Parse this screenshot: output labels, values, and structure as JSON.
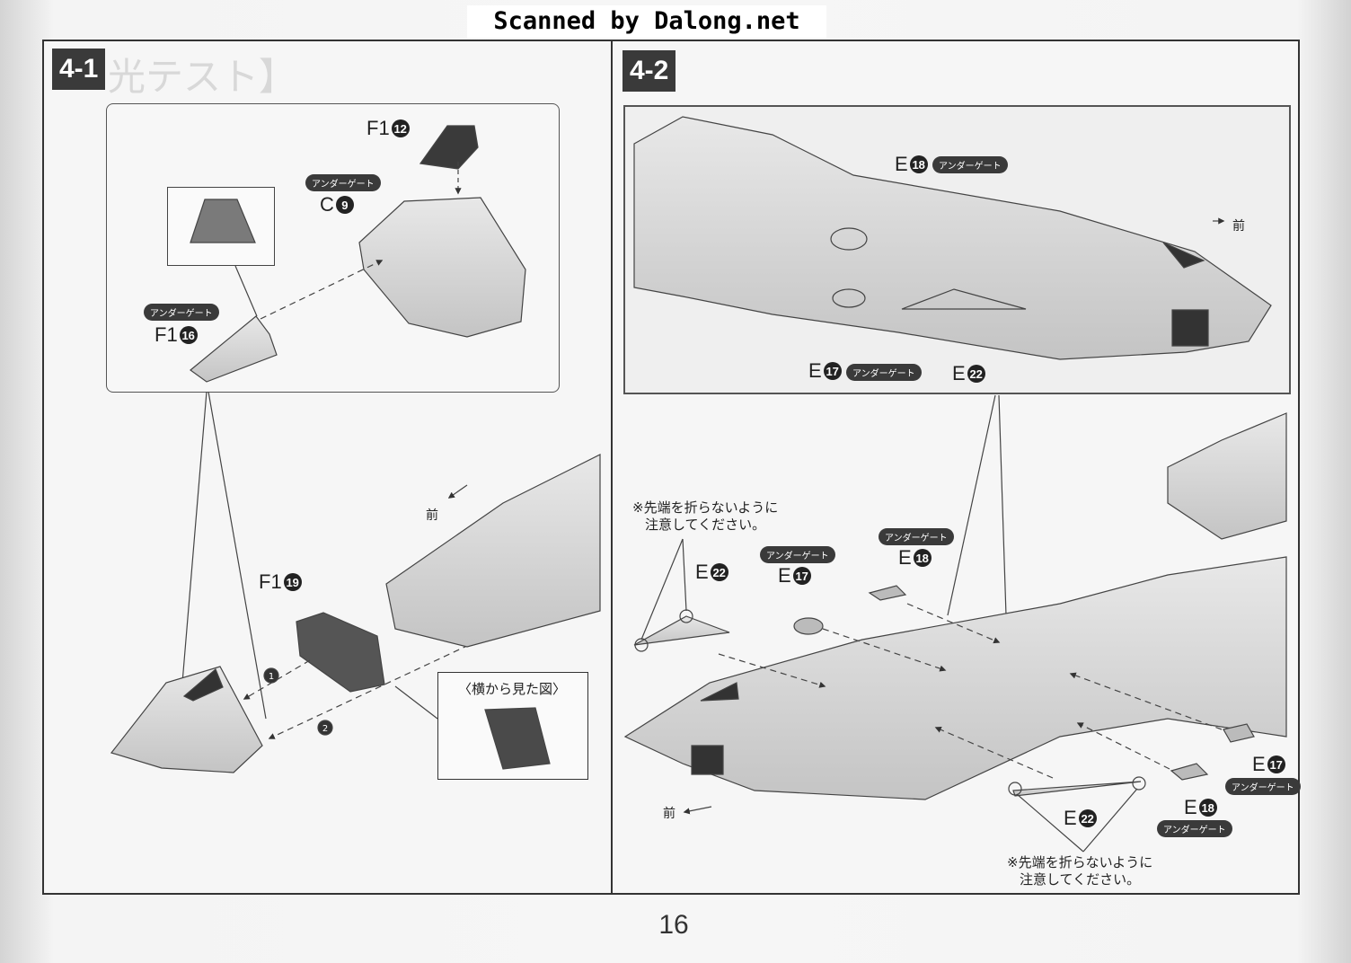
{
  "header": {
    "scan_credit": "Scanned by Dalong.net"
  },
  "page_number": "16",
  "step_4_1": {
    "badge": "4-1",
    "ghost_heading": "光テスト】",
    "parts": {
      "f1_12": {
        "letter": "F1",
        "num": "12"
      },
      "c_9": {
        "letter": "C",
        "num": "9",
        "gate": "アンダーゲート"
      },
      "f1_16": {
        "letter": "F1",
        "num": "16",
        "gate": "アンダーゲート"
      },
      "f1_19": {
        "letter": "F1",
        "num": "19"
      }
    },
    "front_label": "前",
    "order_markers": [
      "1",
      "2"
    ],
    "side_view_title": "〈横から見た図〉"
  },
  "step_4_2": {
    "badge": "4-2",
    "inset_parts": {
      "e_18": {
        "letter": "E",
        "num": "18",
        "gate": "アンダーゲート"
      },
      "e_17": {
        "letter": "E",
        "num": "17",
        "gate": "アンダーゲート"
      },
      "e_22": {
        "letter": "E",
        "num": "22"
      }
    },
    "inset_front_label": "前",
    "note_left": {
      "line1": "※先端を折らないように",
      "line2": "注意してください。"
    },
    "note_right": {
      "line1": "※先端を折らないように",
      "line2": "注意してください。"
    },
    "parts_upper": {
      "e_22": {
        "letter": "E",
        "num": "22"
      },
      "e_17": {
        "letter": "E",
        "num": "17",
        "gate": "アンダーゲート"
      },
      "e_18": {
        "letter": "E",
        "num": "18",
        "gate": "アンダーゲート"
      }
    },
    "parts_lower": {
      "e_17": {
        "letter": "E",
        "num": "17",
        "gate": "アンダーゲート"
      },
      "e_18": {
        "letter": "E",
        "num": "18",
        "gate": "アンダーゲート"
      },
      "e_22": {
        "letter": "E",
        "num": "22"
      }
    },
    "front_label": "前"
  }
}
